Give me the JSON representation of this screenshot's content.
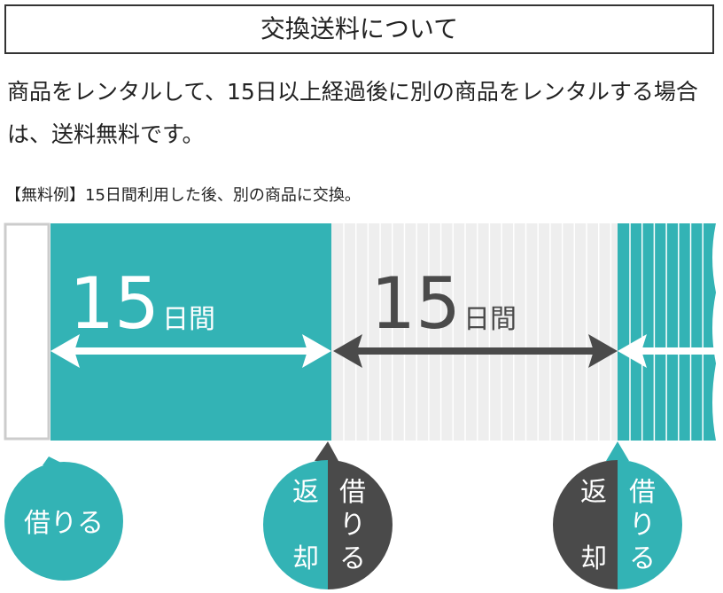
{
  "title": "交換送料について",
  "description": "商品をレンタルして、15日以上経過後に別の商品をレンタルする場合は、送料無料です。",
  "example": "【無料例】15日間利用した後、別の商品に交換。",
  "diagram": {
    "period1": {
      "number": "15",
      "unit": "日間"
    },
    "period2": {
      "number": "15",
      "unit": "日間"
    },
    "marker_borrow": "借りる",
    "marker_return_chars": [
      "返",
      "却"
    ],
    "marker_borrow_chars": [
      "借",
      "り",
      "る"
    ]
  },
  "colors": {
    "teal": "#33b3b5",
    "dark": "#4a4a4a",
    "grey": "#eeeeee"
  }
}
